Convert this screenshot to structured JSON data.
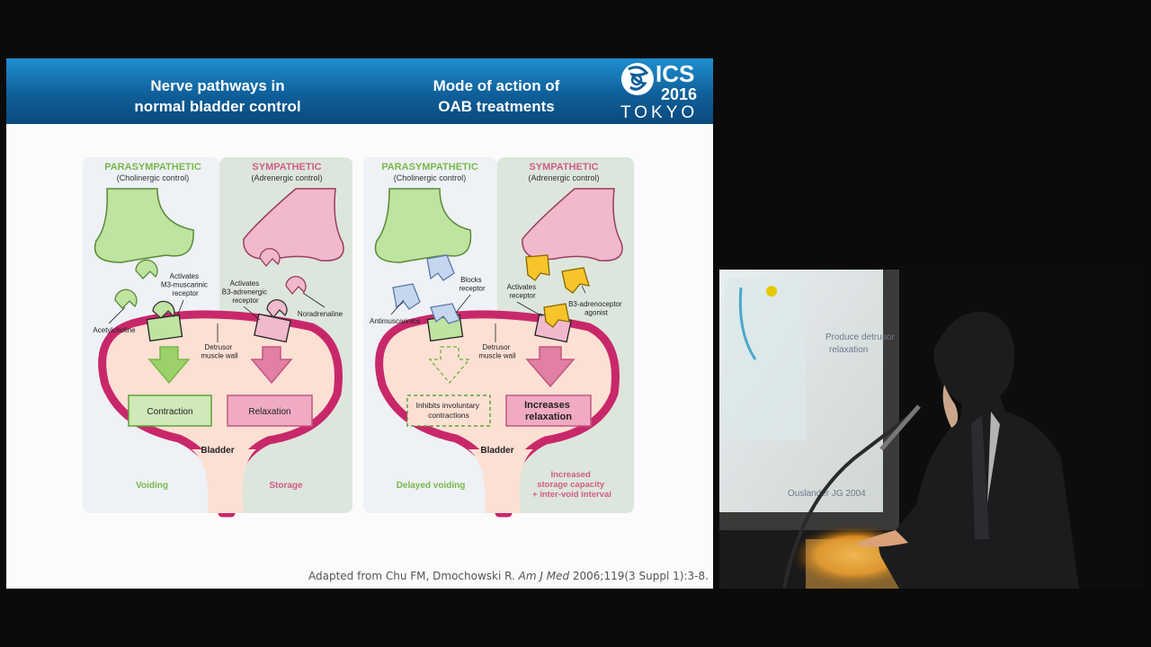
{
  "header": {
    "left_title": [
      "Nerve pathways in",
      "normal bladder control"
    ],
    "right_title": [
      "Mode of action of",
      "OAB treatments"
    ],
    "logo": {
      "name": "ICS",
      "year": "2016",
      "city": "TOKYO"
    }
  },
  "left_panel": {
    "para_title": "PARASYMPATHETIC",
    "para_sub": "(Cholinergic control)",
    "symp_title": "SYMPATHETIC",
    "symp_sub": "(Adrenergic control)",
    "activates_m3": [
      "Activates",
      "M3-muscarinic",
      "receptor"
    ],
    "activates_b3": [
      "Activates",
      "B3-adrenergic",
      "receptor"
    ],
    "acetylcholine": "Acetylcholine",
    "noradrenaline": "Noradrenaline",
    "detrusor": [
      "Detrusor",
      "muscle wall"
    ],
    "contraction": "Contraction",
    "relaxation": "Relaxation",
    "bladder": "Bladder",
    "voiding": "Voiding",
    "storage": "Storage"
  },
  "right_panel": {
    "para_title": "PARASYMPATHETIC",
    "para_sub": "(Cholinergic control)",
    "symp_title": "SYMPATHETIC",
    "symp_sub": "(Adrenergic control)",
    "blocks_receptor": [
      "Blocks",
      "receptor"
    ],
    "activates_receptor": [
      "Activates",
      "receptor"
    ],
    "antimuscarinics": "Antimuscarinics",
    "b3_agonist": [
      "B3-adrenoceptor",
      "agonist"
    ],
    "detrusor": [
      "Detrusor",
      "muscle wall"
    ],
    "inhibits": [
      "Inhibits involuntary",
      "contractions"
    ],
    "increases": [
      "Increases",
      "relaxation"
    ],
    "bladder": "Bladder",
    "delayed_voiding": "Delayed voiding",
    "increased_storage": [
      "Increased",
      "storage capacity",
      "+ inter-void interval"
    ]
  },
  "citation": {
    "prefix": "Adapted from Chu FM, Dmochowski R. ",
    "journal": "Am J Med",
    "suffix": " 2006;119(3 Suppl 1):3-8."
  },
  "video_inset": {
    "screen_text": [
      "Produce detrusor",
      "relaxation"
    ],
    "screen_footer": "Ouslander JG 2004"
  },
  "colors": {
    "header_blue": "#0f5f9a",
    "para_green": "#7bb84a",
    "symp_pink": "#d05d8a",
    "b3_agonist_yellow": "#f2b705",
    "antimuscarinic_blue": "#a9c4e6",
    "bladder_wall": "#c8286a"
  }
}
